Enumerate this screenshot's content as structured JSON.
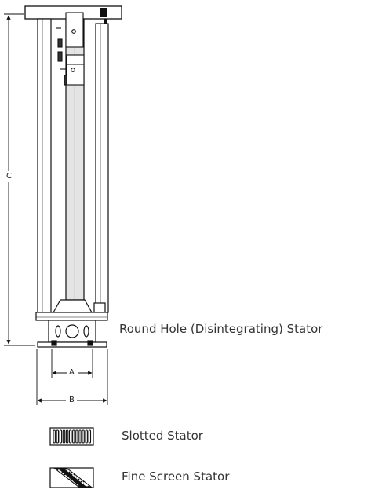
{
  "dimensions": {
    "a": "A",
    "b": "B",
    "c": "C"
  },
  "stators": {
    "round_hole": "Round Hole (Disintegrating) Stator",
    "slotted": "Slotted Stator",
    "fine_screen": "Fine Screen Stator"
  },
  "colors": {
    "line": "#111111",
    "frame_fill": "#ffffff",
    "shade": "#e4e4e4",
    "text": "#333333"
  },
  "icons": [
    "slotted-stator-icon",
    "fine-screen-stator-icon"
  ]
}
